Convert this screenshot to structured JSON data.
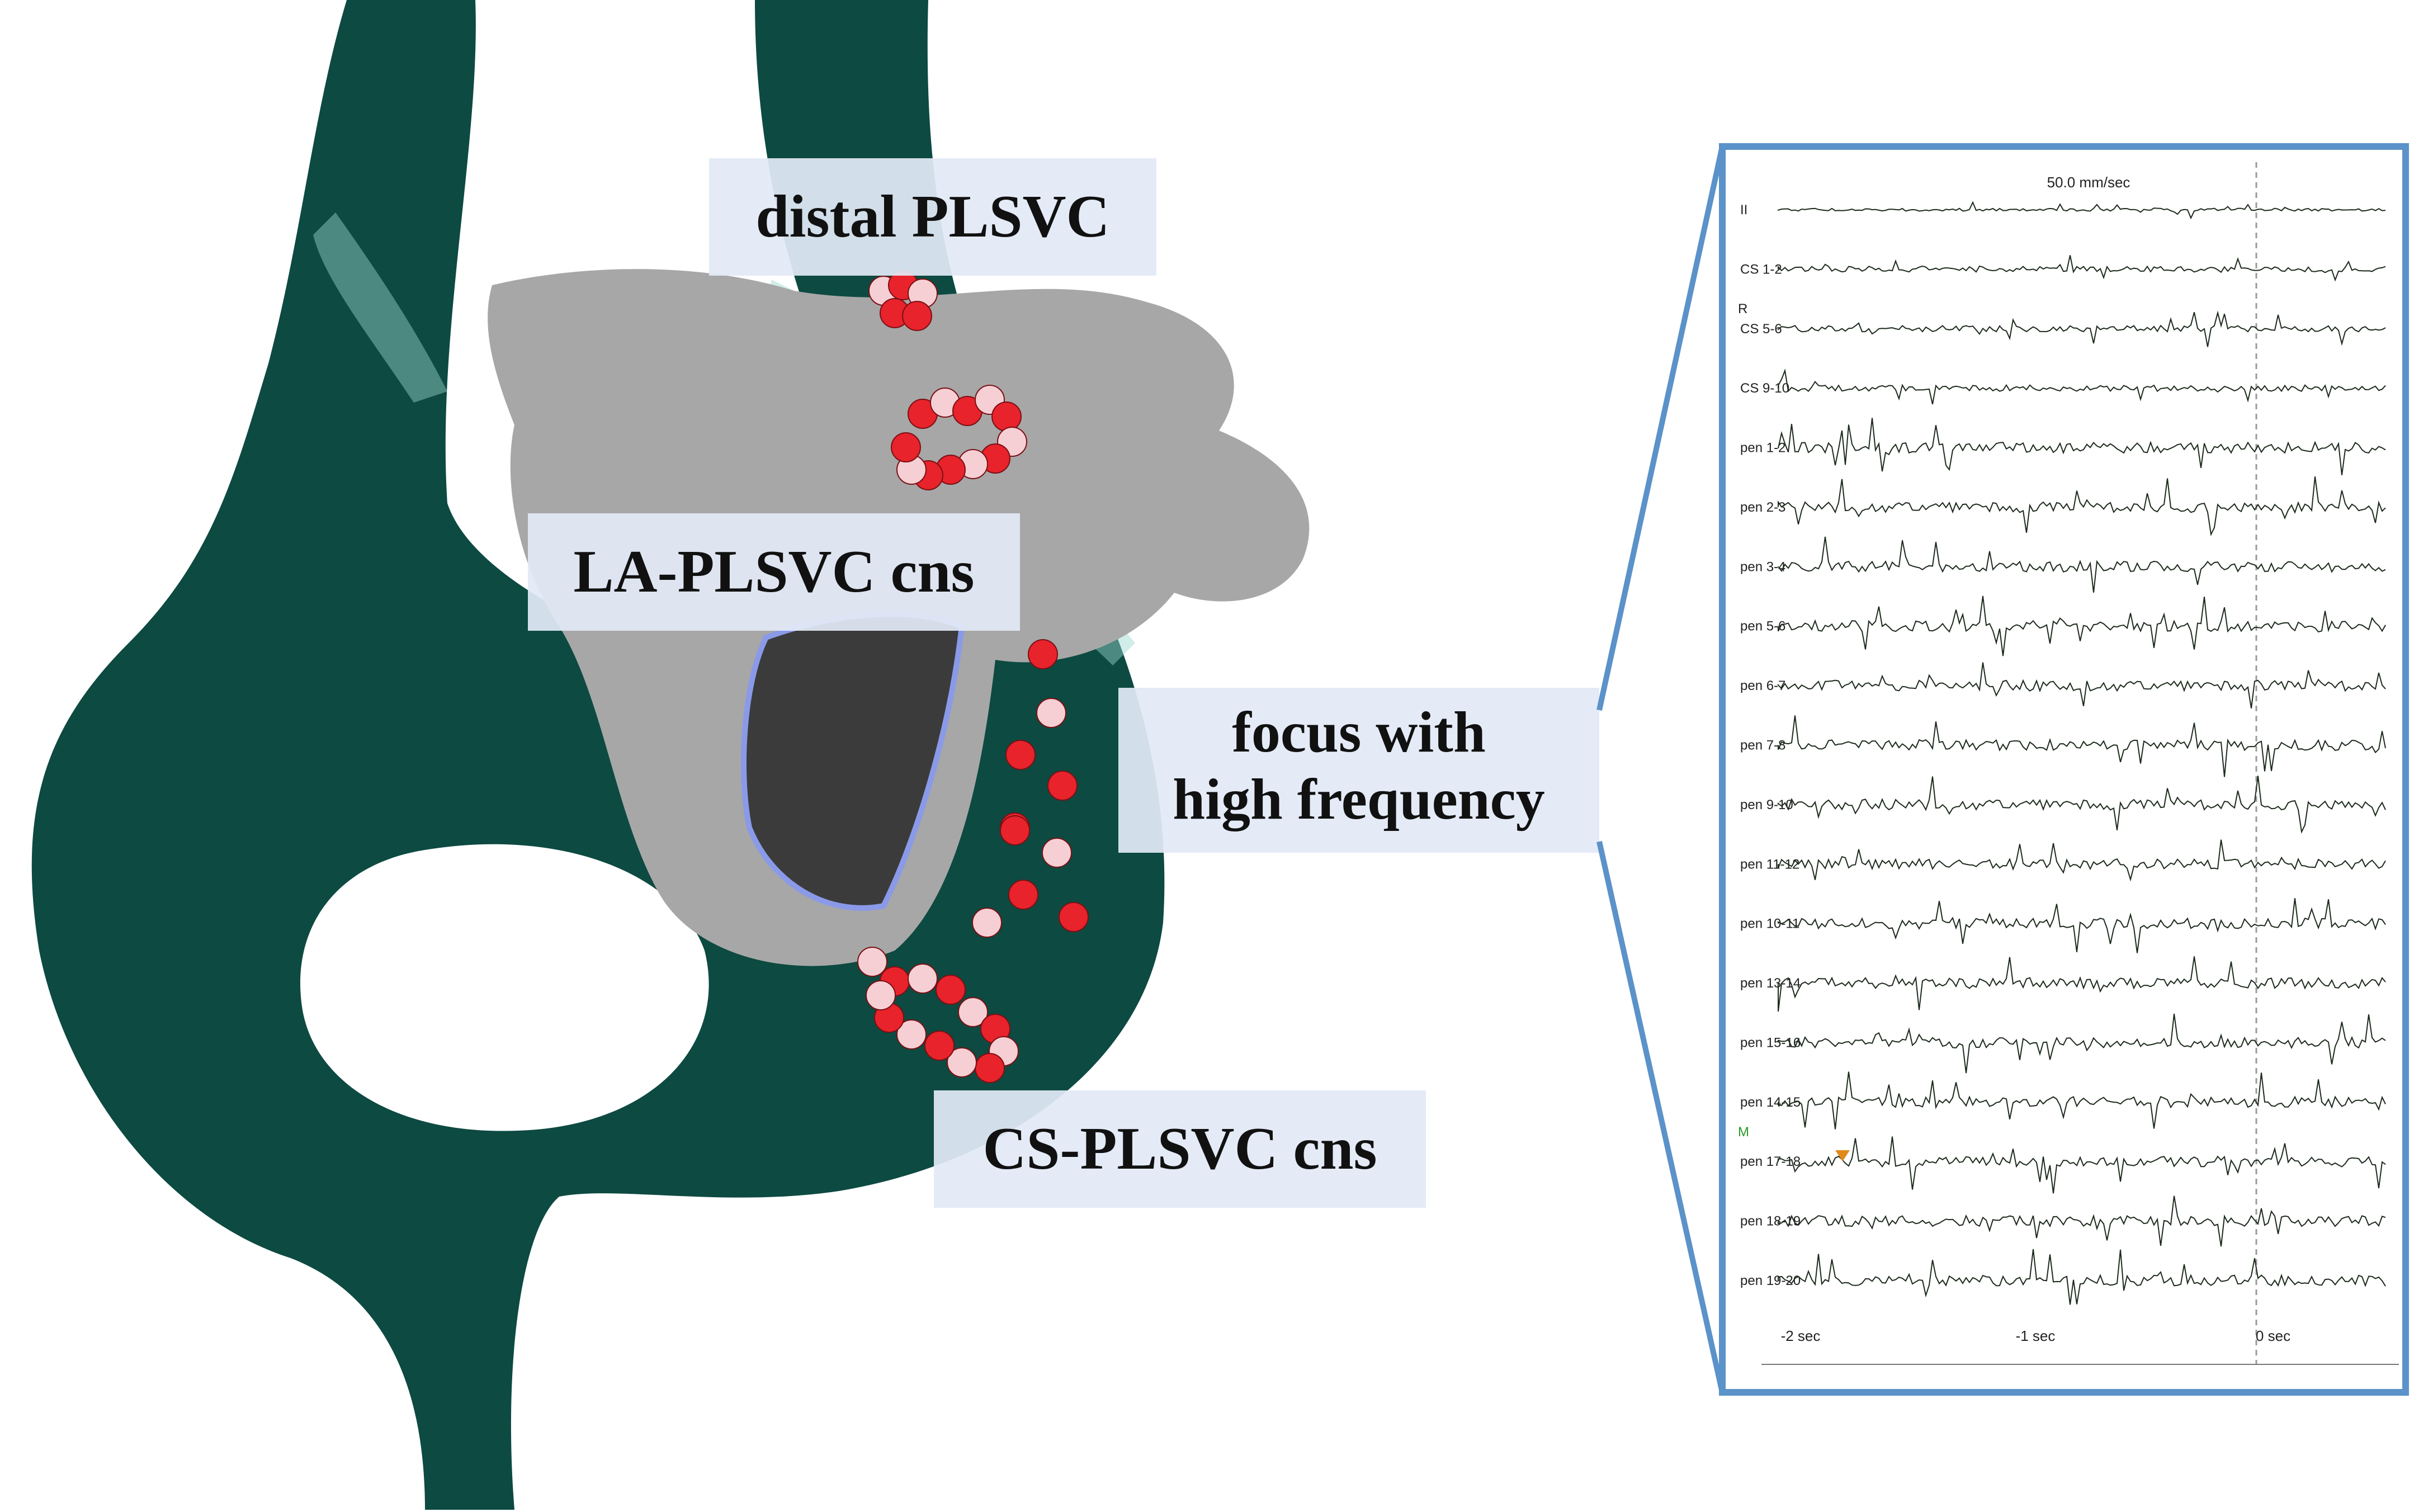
{
  "labels": {
    "distal": "distal PLSVC",
    "la_cns": "LA-PLSVC cns",
    "focus_line1": "focus with",
    "focus_line2": "high frequency",
    "cs_cns": "CS-PLSVC cns"
  },
  "ecg": {
    "speed": "50.0 mm/sec",
    "channels": [
      "II",
      "CS 1-2",
      "CS 5-6",
      "CS 9-10",
      "pen 1-2",
      "pen 2-3",
      "pen 3-4",
      "pen 5-6",
      "pen 6-7",
      "pen 7-8",
      "pen 9-10",
      "pen 11-12",
      "pen 10-11",
      "pen 13-14",
      "pen 15-16",
      "pen 14-15",
      "pen 17-18",
      "pen 18-19",
      "pen 19-20"
    ],
    "marker_r": "R",
    "marker_m": "M",
    "time_ticks": [
      "-2 sec",
      "-1 sec",
      "0 sec"
    ]
  },
  "colors": {
    "vessel": "#0d4a41",
    "vessel_highlight": "#9ad8cf",
    "atrium": "#a7a7a7",
    "ablation_red": "#e8232b",
    "ablation_pink": "#f6cfd4",
    "frame": "#5b92c9",
    "label_bg": "#e2eaf6"
  }
}
